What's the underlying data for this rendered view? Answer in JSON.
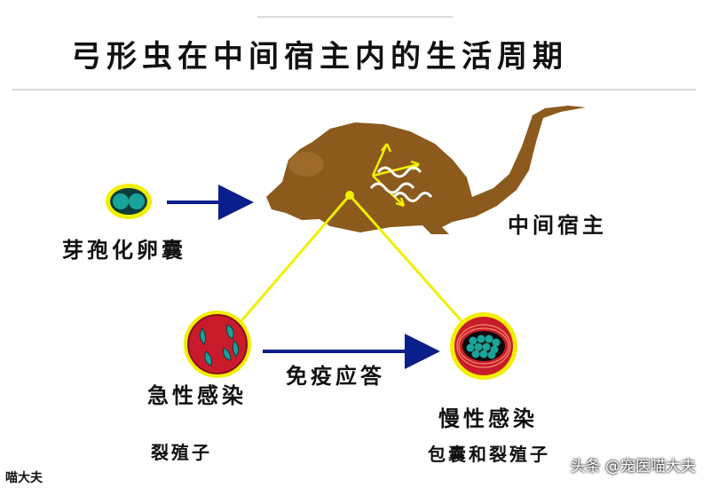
{
  "title": "弓形虫在中间宿主内的生活周期",
  "labels": {
    "oocyst": "芽孢化卵囊",
    "intermediate_host": "中间宿主",
    "acute_infection": "急性感染",
    "immune_response": "免疫应答",
    "chronic_infection": "慢性感染",
    "tachyzoites": "裂殖子",
    "cyst_and_merozoites": "包囊和裂殖子",
    "author": "喵大夫"
  },
  "watermark": "头条 @宠医喵大夫",
  "colors": {
    "mouse": "#8b5a1c",
    "arrow": "#0a1e8c",
    "yellow_line": "#f2ee00",
    "oocyst": "#1aa39a",
    "acute_bg": "#c81c2c",
    "chronic_bg": "#c81c2c"
  }
}
